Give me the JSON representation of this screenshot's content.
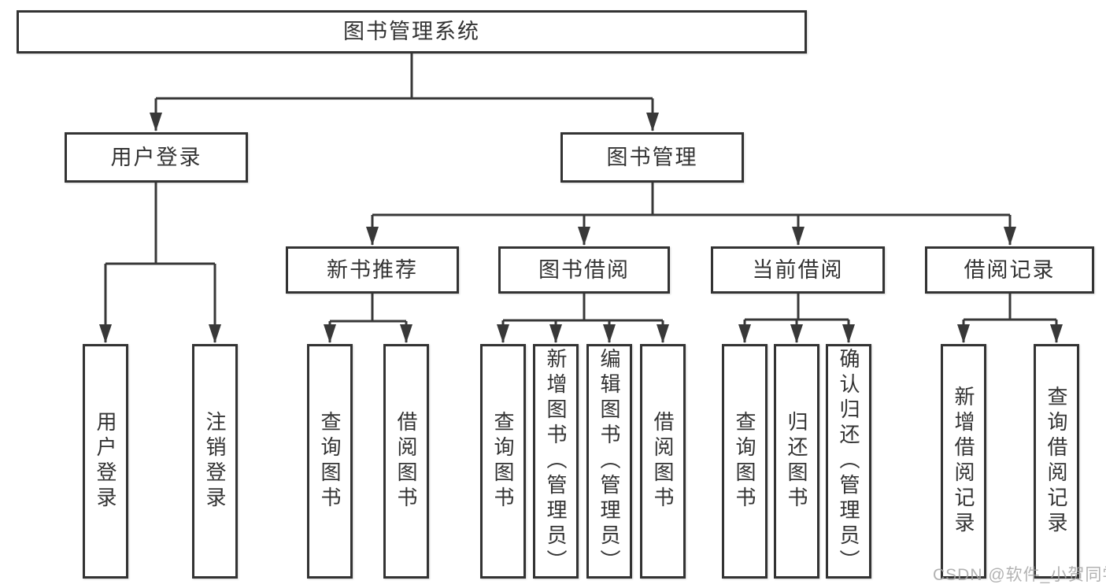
{
  "diagram": {
    "type": "hierarchy",
    "colors": {
      "line": "#383838",
      "box_border": "#333333",
      "box_background": "#ffffff",
      "text": "#333333",
      "watermark": "#a5a5a5"
    },
    "tree": {
      "root": {
        "label": "图书管理系统"
      },
      "level2": [
        {
          "label": "用户登录",
          "leaves": [
            {
              "label": "用户登录"
            },
            {
              "label": "注销登录"
            }
          ]
        },
        {
          "label": "图书管理",
          "children": [
            {
              "label": "新书推荐",
              "leaves": [
                {
                  "label": "查询图书"
                },
                {
                  "label": "借阅图书"
                }
              ]
            },
            {
              "label": "图书借阅",
              "leaves": [
                {
                  "label": "查询图书"
                },
                {
                  "label": "新增图书（管理员）"
                },
                {
                  "label": "编辑图书（管理员）"
                },
                {
                  "label": "借阅图书"
                }
              ]
            },
            {
              "label": "当前借阅",
              "leaves": [
                {
                  "label": "查询图书"
                },
                {
                  "label": "归还图书"
                },
                {
                  "label": "确认归还（管理员）"
                }
              ]
            },
            {
              "label": "借阅记录",
              "leaves": [
                {
                  "label": "新增借阅记录"
                },
                {
                  "label": "查询借阅记录"
                }
              ]
            }
          ]
        }
      ]
    },
    "watermark": {
      "text": "CSDN @软件_小贺同学"
    }
  }
}
